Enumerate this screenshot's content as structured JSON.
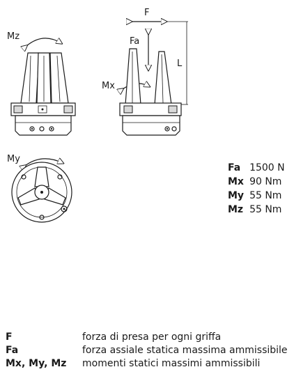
{
  "labels": {
    "mz": "Mz",
    "my": "My",
    "mx": "Mx",
    "f": "F",
    "fa": "Fa",
    "l": "L"
  },
  "specs": [
    {
      "key": "Fa",
      "value": "1500 N"
    },
    {
      "key": "Mx",
      "value": "90 Nm"
    },
    {
      "key": "My",
      "value": "55 Nm"
    },
    {
      "key": "Mz",
      "value": "55 Nm"
    }
  ],
  "legend": [
    {
      "key": "F",
      "desc": "forza di presa per ogni griffa"
    },
    {
      "key": "Fa",
      "desc": "forza assiale statica massima ammissibile"
    },
    {
      "key": "Mx, My, Mz",
      "desc": "momenti statici massimi ammissibili"
    }
  ]
}
